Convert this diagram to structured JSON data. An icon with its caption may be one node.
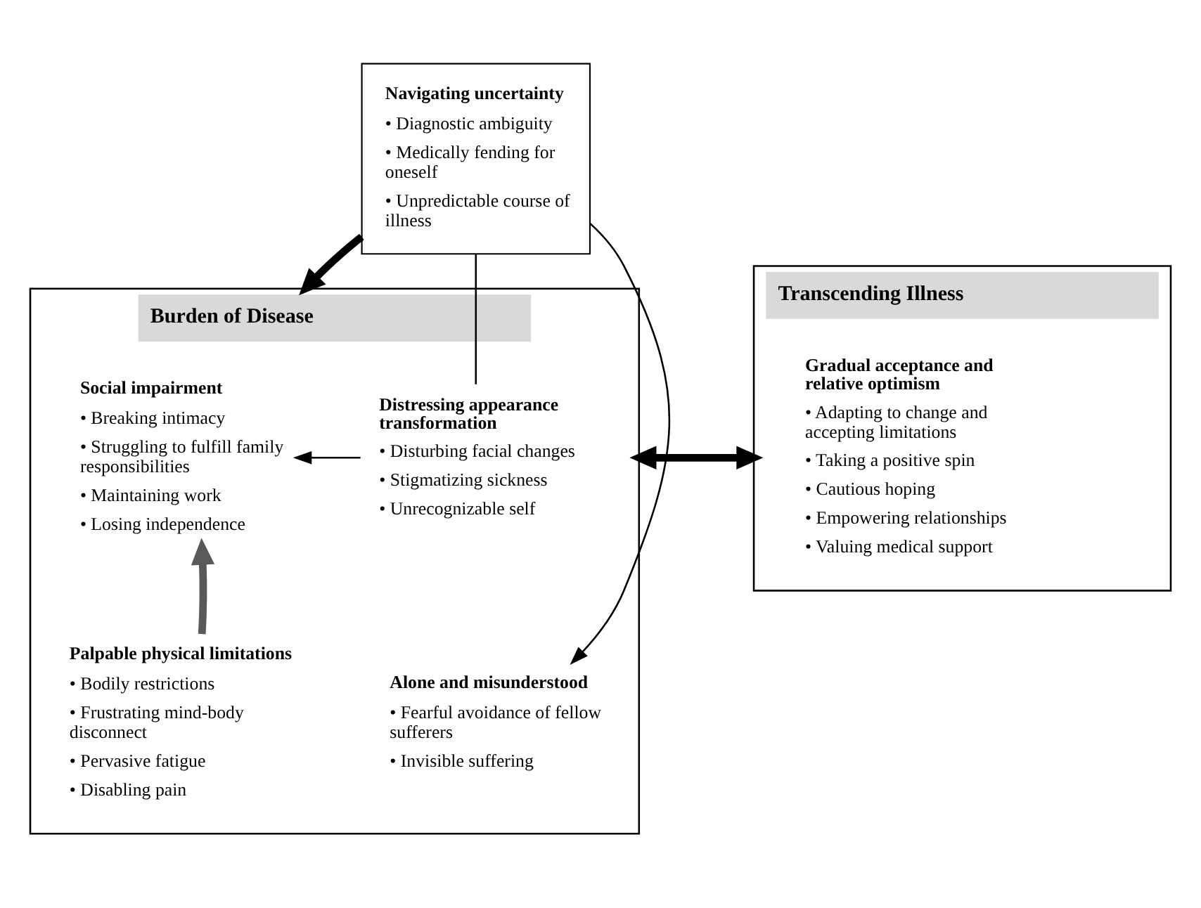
{
  "diagram": {
    "nodes": [
      {
        "text": [
          "Navigating uncertainty",
          "• Diagnostic ambiguity",
          "• Medically fending for oneself",
          "• Unpredictable course of illness"
        ]
      },
      {
        "text": [
          "Burden of Disease"
        ]
      },
      {
        "text": [
          "Distressing appearance transformation",
          "• Disturbing facial changes",
          "• Stigmatizing sickness",
          "• Unrecognizable self"
        ],
        "in": 1
      },
      {
        "text": [
          "Social impairment",
          "• Breaking intimacy",
          "• Struggling to fulfill family responsibilities",
          "• Maintaining work",
          "• Losing independence"
        ],
        "in": 1
      },
      {
        "text": [
          "Alone and misunderstood",
          "• Fearful avoidance of fellow sufferers",
          "• Invisible suffering"
        ],
        "in": 1
      },
      {
        "text": [
          "Palpable physical limitations",
          "• Bodily restrictions",
          "• Frustrating mind-body disconnect",
          "• Pervasive fatigue",
          "• Disabling pain"
        ],
        "in": 1
      },
      {
        "text": [
          "Transcending Illness"
        ]
      },
      {
        "text": [
          "Gradual acceptance and relative optimism",
          "• Adapting to change and accepting limitations",
          "• Taking a positive spin",
          "• Cautious hoping",
          "• Empowering relationships",
          "• Valuing medical support"
        ],
        "in": 6
      }
    ],
    "edges": [
      {
        "from": 0,
        "to": 1,
        "arrow": "to",
        "style": "thick"
      },
      {
        "from": 1,
        "to": 6,
        "arrow": "both",
        "style": "thick"
      },
      {
        "from": 0,
        "to": 2,
        "arrow": "none"
      },
      {
        "from": 0,
        "to": 4,
        "arrow": "to"
      },
      {
        "from": 2,
        "to": 3,
        "arrow": "to"
      },
      {
        "from": 5,
        "to": 3,
        "arrow": "to",
        "style": "thick",
        "color": "#595959"
      }
    ]
  }
}
